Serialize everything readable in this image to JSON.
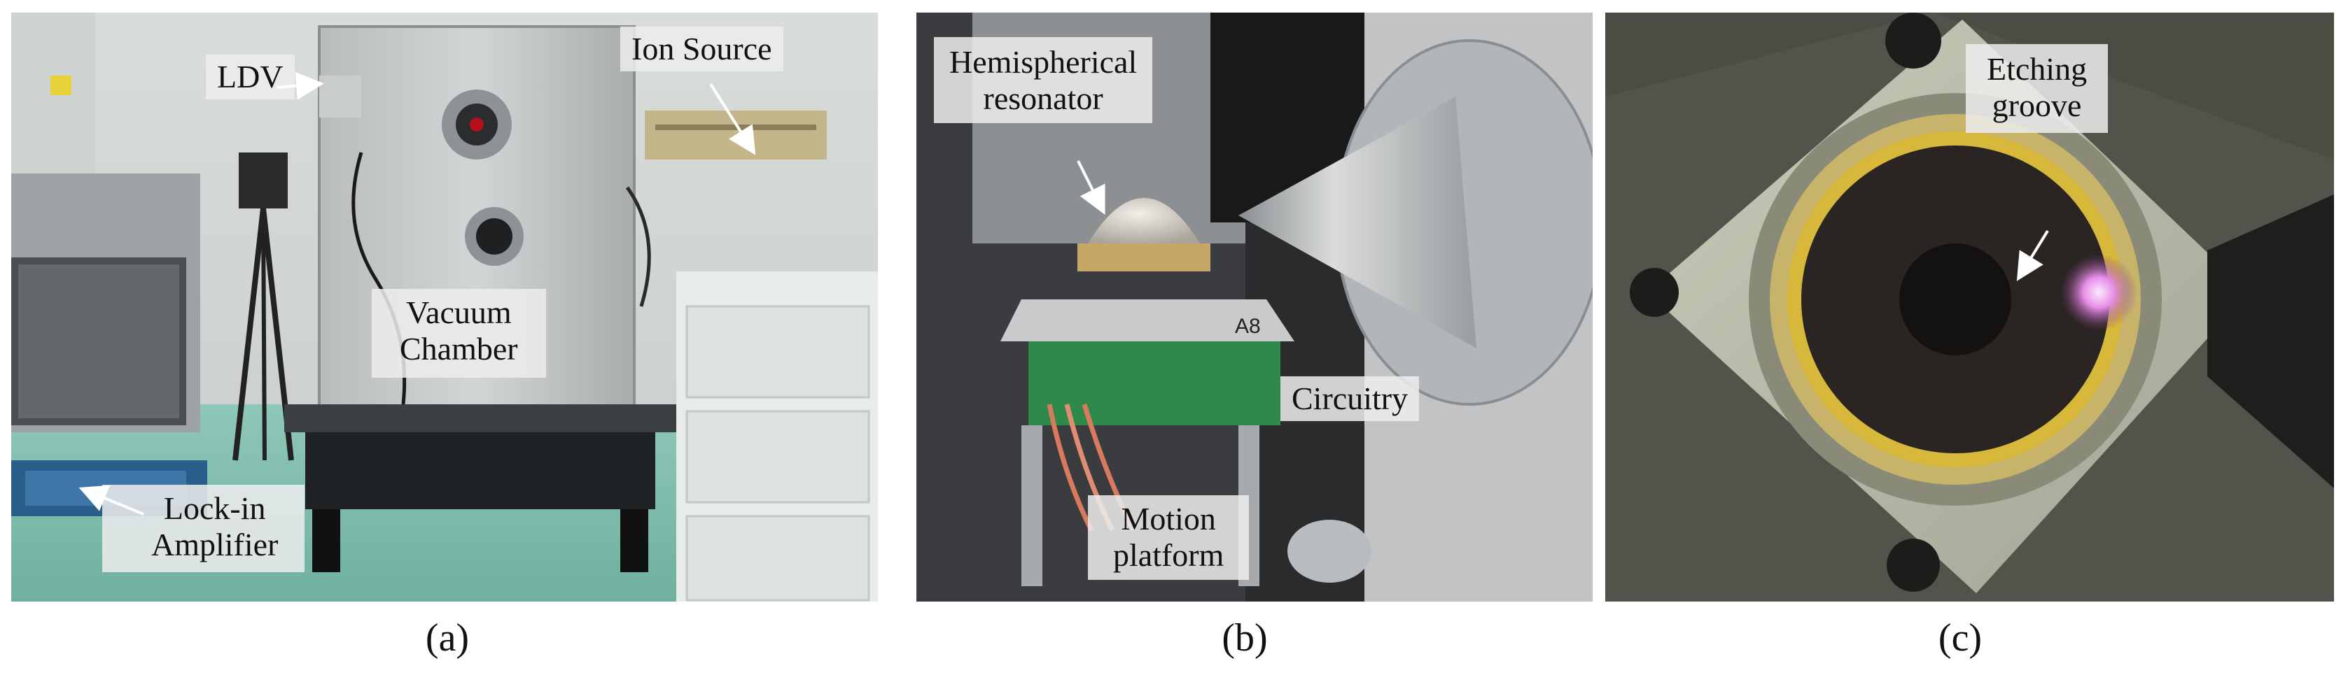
{
  "figure": {
    "panels": [
      {
        "id": "a",
        "caption": "(a)",
        "labels": {
          "ldv": "LDV",
          "ion_source": "Ion Source",
          "vacuum_chamber_1": "Vacuum",
          "vacuum_chamber_2": "Chamber",
          "lock_in_1": "Lock-in",
          "lock_in_2": "Amplifier"
        }
      },
      {
        "id": "b",
        "caption": "(b)",
        "labels": {
          "hemi_1": "Hemispherical",
          "hemi_2": "resonator",
          "circuitry": "Circuitry",
          "motion_1": "Motion",
          "motion_2": "platform",
          "plate_marking": "A8"
        }
      },
      {
        "id": "c",
        "caption": "(c)",
        "labels": {
          "etch_1": "Etching",
          "etch_2": "groove"
        }
      }
    ]
  }
}
